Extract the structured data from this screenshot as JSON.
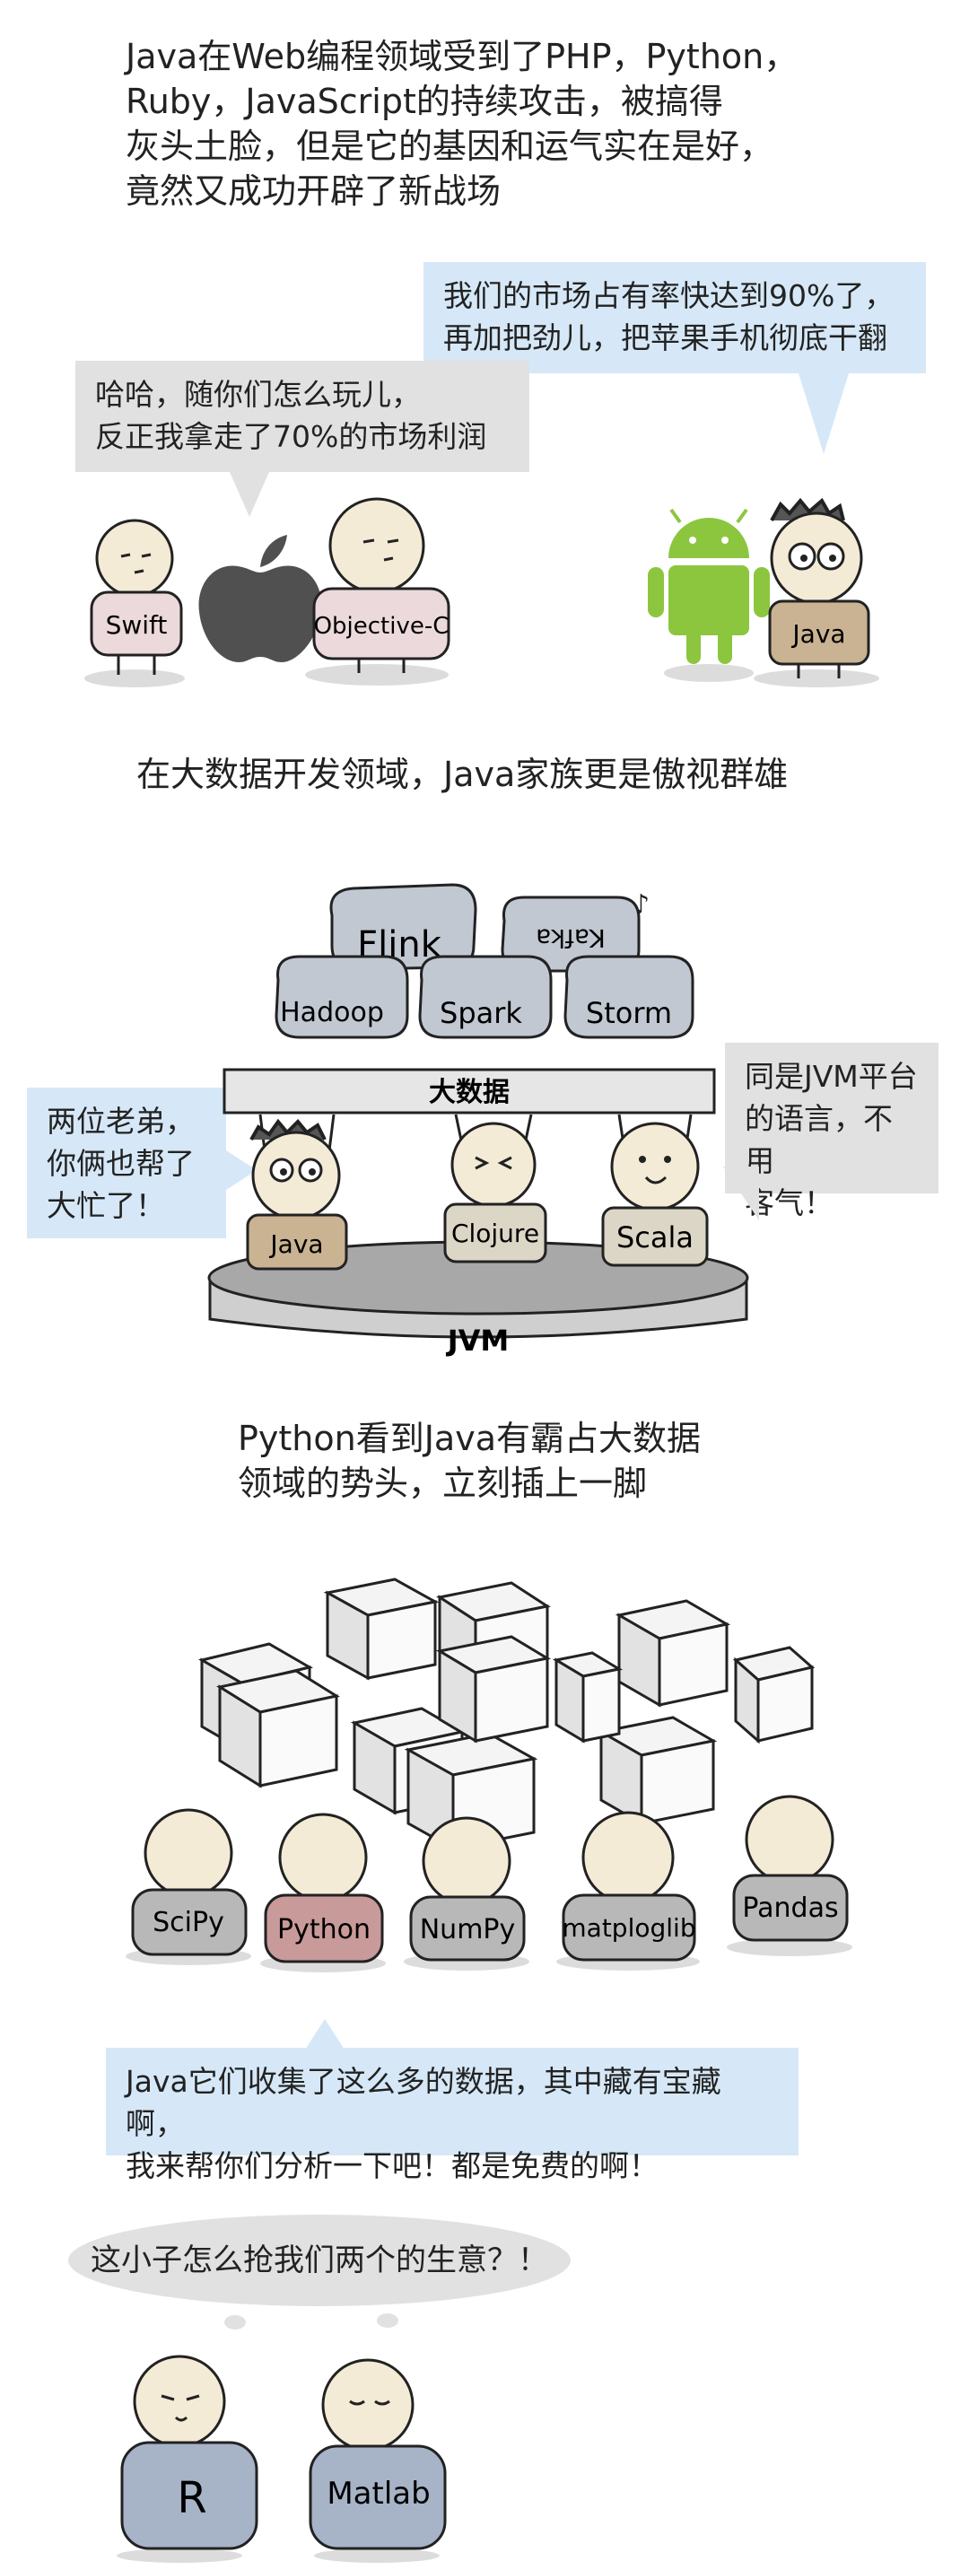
{
  "captions": {
    "intro": "Java在Web编程领域受到了PHP，Python，\nRuby，JavaScript的持续攻击，被搞得\n灰头土脸，但是它的基因和运气实在是好，\n竟然又成功开辟了新战场",
    "bigdata": "在大数据开发领域，Java家族更是傲视群雄",
    "python": "Python看到Java有霸占大数据\n领域的势头，立刻插上一脚"
  },
  "bubbles": {
    "java_android": "我们的市场占有率快达到90%了，\n再加把劲儿，把苹果手机彻底干翻",
    "swift_objc": "哈哈，随你们怎么玩儿，\n反正我拿走了70%的市场利润",
    "java_thanks": "两位老弟，\n你俩也帮了\n大忙了！",
    "scala_reply": "同是JVM平台\n的语言，不用\n客气！",
    "python_treasure": "Java它们收集了这么多的数据，其中藏有宝藏啊，\n我来帮你们分析一下吧！都是免费的啊！",
    "r_matlab": "这小子怎么抢我们两个的生意？！"
  },
  "labels": {
    "swift": "Swift",
    "objc": "Objective-C",
    "java": "Java",
    "flink": "Flink",
    "kafka": "Kafka",
    "hadoop": "Hadoop",
    "spark": "Spark",
    "storm": "Storm",
    "bigdata_board": "大数据",
    "jvm_platform": "JVM",
    "clojure": "Clojure",
    "scala": "Scala",
    "scipy": "SciPy",
    "python": "Python",
    "numpy": "NumPy",
    "matplotlib": "matploglib",
    "pandas": "Pandas",
    "r": "R",
    "matlab": "Matlab"
  },
  "colors": {
    "bubble_blue": "#d6e8f7",
    "bubble_gray": "#e1e1e1",
    "java_shirt": "#c9b392",
    "android_green": "#8cc63f",
    "python_shirt": "#c99a9a",
    "lib_shirt": "#b8b8b8",
    "rm_shirt": "#a7b3c7",
    "stone_blue": "#c2c8d2"
  }
}
